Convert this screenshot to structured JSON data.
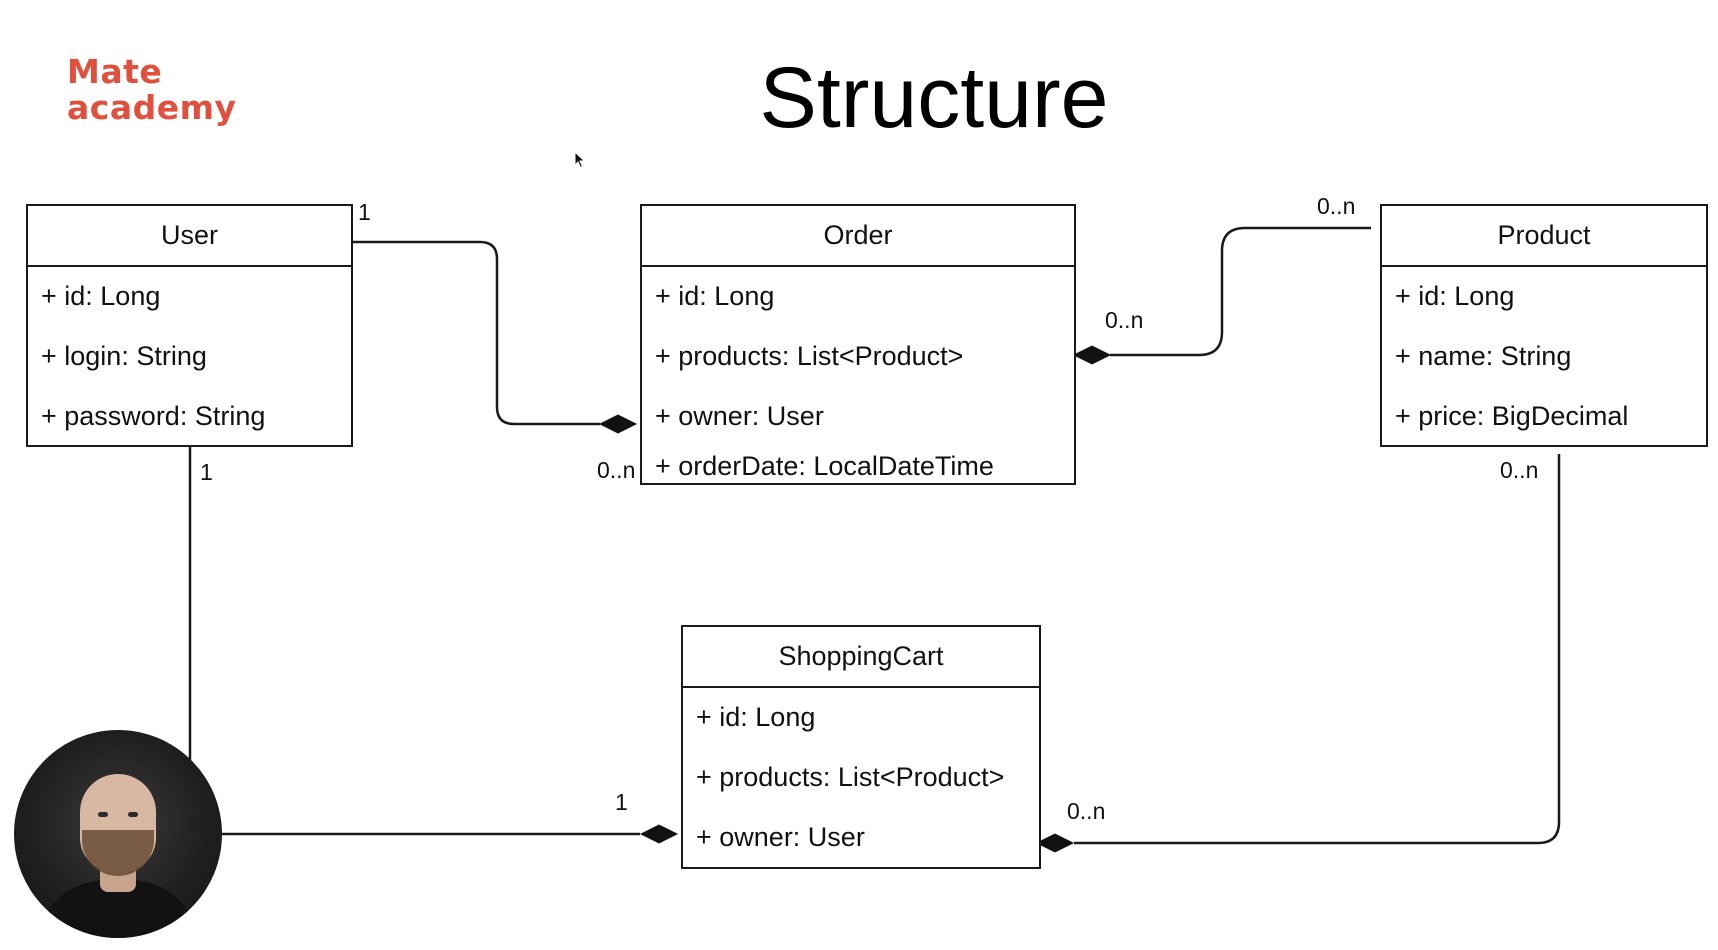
{
  "logo": {
    "line1": "Mate",
    "line2": "academy",
    "color": "#e0503c"
  },
  "title": "Structure",
  "classes": {
    "user": {
      "name": "User",
      "attributes": [
        "+ id: Long",
        "+ login: String",
        "+ password: String"
      ]
    },
    "order": {
      "name": "Order",
      "attributes": [
        "+ id: Long",
        "+ products: List<Product>",
        "+ owner: User",
        "+ orderDate: LocalDateTime"
      ]
    },
    "product": {
      "name": "Product",
      "attributes": [
        "+ id: Long",
        "+ name: String",
        "+ price: BigDecimal"
      ]
    },
    "shopping_cart": {
      "name": "ShoppingCart",
      "attributes": [
        "+ id: Long",
        "+ products: List<Product>",
        "+ owner: User"
      ]
    }
  },
  "multiplicities": {
    "user_order_user_end": "1",
    "user_order_order_end": "0..n",
    "product_order_product_end": "0..n",
    "product_order_order_end": "0..n",
    "user_cart_user_end": "1",
    "user_cart_cart_end": "1",
    "product_cart_product_end": "0..n",
    "product_cart_cart_end": "0..n"
  },
  "relations": [
    {
      "from": "User",
      "to": "Order",
      "kind": "composition"
    },
    {
      "from": "Product",
      "to": "Order",
      "kind": "composition"
    },
    {
      "from": "User",
      "to": "ShoppingCart",
      "kind": "composition"
    },
    {
      "from": "Product",
      "to": "ShoppingCart",
      "kind": "composition"
    }
  ],
  "icons": {
    "cursor": "mouse-pointer-icon",
    "presenter": "presenter-avatar"
  }
}
